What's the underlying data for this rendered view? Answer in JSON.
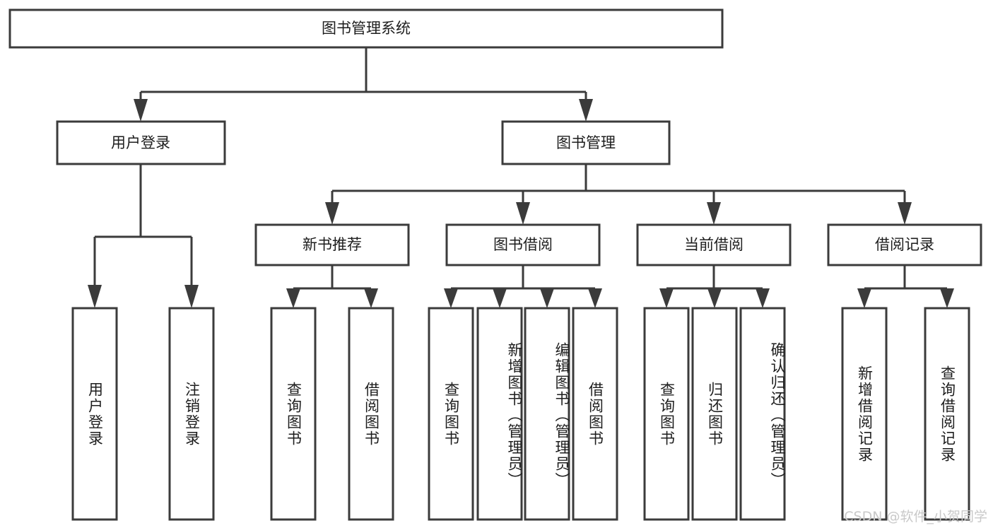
{
  "diagram": {
    "type": "tree-hierarchy-flowchart",
    "title": "图书管理系统",
    "orientation": "top-down",
    "levels": 4,
    "colors": {
      "box_stroke": "#3b3b3b",
      "box_fill": "#ffffff",
      "text": "#1d1d1d",
      "background": "#ffffff",
      "watermark": "#c9c9c9"
    },
    "root": {
      "label": "图书管理系统",
      "children": [
        {
          "label": "用户登录",
          "children": [
            {
              "label": "用户登录"
            },
            {
              "label": "注销登录"
            }
          ]
        },
        {
          "label": "图书管理",
          "children": [
            {
              "label": "新书推荐",
              "children": [
                {
                  "label": "查询图书"
                },
                {
                  "label": "借阅图书"
                }
              ]
            },
            {
              "label": "图书借阅",
              "children": [
                {
                  "label": "查询图书"
                },
                {
                  "label": "新增图书（管理员）"
                },
                {
                  "label": "编辑图书（管理员）"
                },
                {
                  "label": "借阅图书"
                }
              ]
            },
            {
              "label": "当前借阅",
              "children": [
                {
                  "label": "查询图书"
                },
                {
                  "label": "归还图书"
                },
                {
                  "label": "确认归还（管理员）"
                }
              ]
            },
            {
              "label": "借阅记录",
              "children": [
                {
                  "label": "新增借阅记录"
                },
                {
                  "label": "查询借阅记录"
                }
              ]
            }
          ]
        }
      ]
    },
    "nodes": {
      "root_title": "图书管理系统",
      "l2_user_login": "用户登录",
      "l2_book_manage": "图书管理",
      "l3_new_book_rec": "新书推荐",
      "l3_book_borrow": "图书借阅",
      "l3_current_borrow": "当前借阅",
      "l3_borrow_record": "借阅记录",
      "leaf_user_login": "用户登录",
      "leaf_logout": "注销登录",
      "leaf_rec_query_book": "查询图书",
      "leaf_rec_borrow_book": "借阅图书",
      "leaf_borrow_query_book": "查询图书",
      "leaf_borrow_add_book": "新增图书（管理员）",
      "leaf_borrow_edit_book": "编辑图书（管理员）",
      "leaf_borrow_borrow_book": "借阅图书",
      "leaf_cur_query_book": "查询图书",
      "leaf_cur_return_book": "归还图书",
      "leaf_cur_confirm_return": "确认归还（管理员）",
      "leaf_rec_add_record": "新增借阅记录",
      "leaf_rec_query_record": "查询借阅记录"
    }
  },
  "watermark": {
    "text": "CSDN @软件_小贺同学"
  }
}
